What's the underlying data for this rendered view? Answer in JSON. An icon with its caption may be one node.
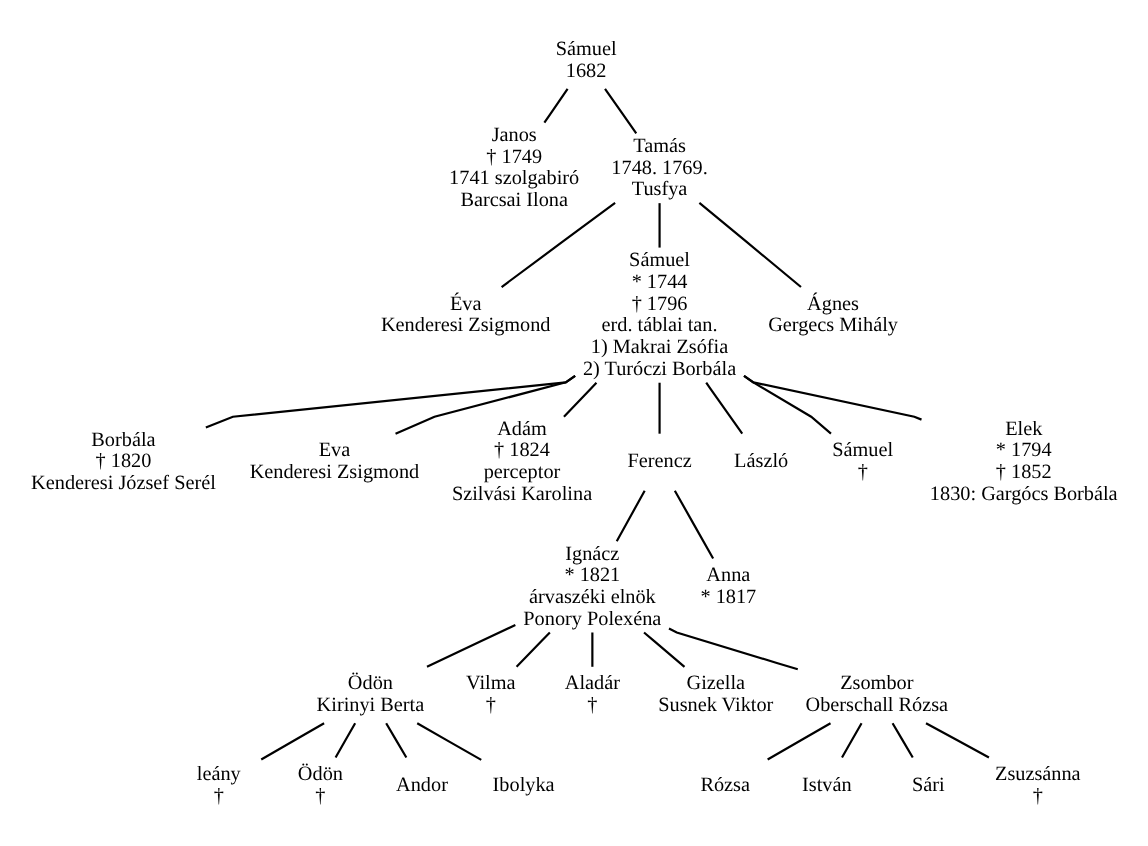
{
  "diagram": {
    "nodes": [
      {
        "text": [
          "Sámuel",
          "1682"
        ]
      },
      {
        "text": [
          "Janos",
          "† 1749",
          "1741 szolgabiró",
          "Barcsai Ilona"
        ]
      },
      {
        "text": [
          "Tamás",
          "1748. 1769.",
          "Tusfya"
        ]
      },
      {
        "text": [
          "Éva",
          "Kenderesi Zsigmond"
        ]
      },
      {
        "text": [
          "Sámuel",
          "* 1744",
          "† 1796",
          "erd. táblai tan.",
          "1) Makrai Zsófia",
          "2) Turóczi Borbála"
        ]
      },
      {
        "text": [
          "Ágnes",
          "Gergecs Mihály"
        ]
      },
      {
        "text": [
          "Borbála",
          "† 1820",
          "Kenderesi József Serél"
        ]
      },
      {
        "text": [
          "Eva",
          "Kenderesi Zsigmond"
        ]
      },
      {
        "text": [
          "Adám",
          "† 1824",
          "perceptor",
          "Szilvási Karolina"
        ]
      },
      {
        "text": [
          "Ferencz"
        ]
      },
      {
        "text": [
          "László"
        ]
      },
      {
        "text": [
          "Sámuel",
          "†"
        ]
      },
      {
        "text": [
          "Elek",
          "* 1794",
          "† 1852",
          "1830: Gargócs Borbála"
        ]
      },
      {
        "text": [
          "Ignácz",
          "* 1821",
          "árvaszéki elnök",
          "Ponory Polexéna"
        ]
      },
      {
        "text": [
          "Anna",
          "* 1817"
        ]
      },
      {
        "text": [
          "Ödön",
          "Kirinyi Berta"
        ]
      },
      {
        "text": [
          "Vilma",
          "†"
        ]
      },
      {
        "text": [
          "Aladár",
          "†"
        ]
      },
      {
        "text": [
          "Gizella",
          "Susnek Viktor"
        ]
      },
      {
        "text": [
          "Zsombor",
          "Oberschall Rózsa"
        ]
      },
      {
        "text": [
          "leány",
          "†"
        ]
      },
      {
        "text": [
          "Ödön",
          "†"
        ]
      },
      {
        "text": [
          "Andor"
        ]
      },
      {
        "text": [
          "Ibolyka"
        ]
      },
      {
        "text": [
          "Rózsa"
        ]
      },
      {
        "text": [
          "István"
        ]
      },
      {
        "text": [
          "Sári"
        ]
      },
      {
        "text": [
          "Zsuzsánna",
          "†"
        ]
      }
    ],
    "edges": [
      {
        "from": 0,
        "to": 1,
        "arrow": "none"
      },
      {
        "from": 0,
        "to": 2,
        "arrow": "none"
      },
      {
        "from": 2,
        "to": 3,
        "arrow": "none"
      },
      {
        "from": 2,
        "to": 4,
        "arrow": "none"
      },
      {
        "from": 2,
        "to": 5,
        "arrow": "none"
      },
      {
        "from": 4,
        "to": 6,
        "arrow": "none"
      },
      {
        "from": 4,
        "to": 7,
        "arrow": "none"
      },
      {
        "from": 4,
        "to": 8,
        "arrow": "none"
      },
      {
        "from": 4,
        "to": 9,
        "arrow": "none"
      },
      {
        "from": 4,
        "to": 10,
        "arrow": "none"
      },
      {
        "from": 4,
        "to": 11,
        "arrow": "none"
      },
      {
        "from": 4,
        "to": 12,
        "arrow": "none"
      },
      {
        "from": 9,
        "to": 13,
        "arrow": "none"
      },
      {
        "from": 9,
        "to": 14,
        "arrow": "none"
      },
      {
        "from": 13,
        "to": 15,
        "arrow": "none"
      },
      {
        "from": 13,
        "to": 16,
        "arrow": "none"
      },
      {
        "from": 13,
        "to": 17,
        "arrow": "none"
      },
      {
        "from": 13,
        "to": 18,
        "arrow": "none"
      },
      {
        "from": 13,
        "to": 19,
        "arrow": "none"
      },
      {
        "from": 15,
        "to": 20,
        "arrow": "none"
      },
      {
        "from": 15,
        "to": 21,
        "arrow": "none"
      },
      {
        "from": 15,
        "to": 22,
        "arrow": "none"
      },
      {
        "from": 15,
        "to": 23,
        "arrow": "none"
      },
      {
        "from": 19,
        "to": 24,
        "arrow": "none"
      },
      {
        "from": 19,
        "to": 25,
        "arrow": "none"
      },
      {
        "from": 19,
        "to": 26,
        "arrow": "none"
      },
      {
        "from": 19,
        "to": 27,
        "arrow": "none"
      }
    ]
  }
}
